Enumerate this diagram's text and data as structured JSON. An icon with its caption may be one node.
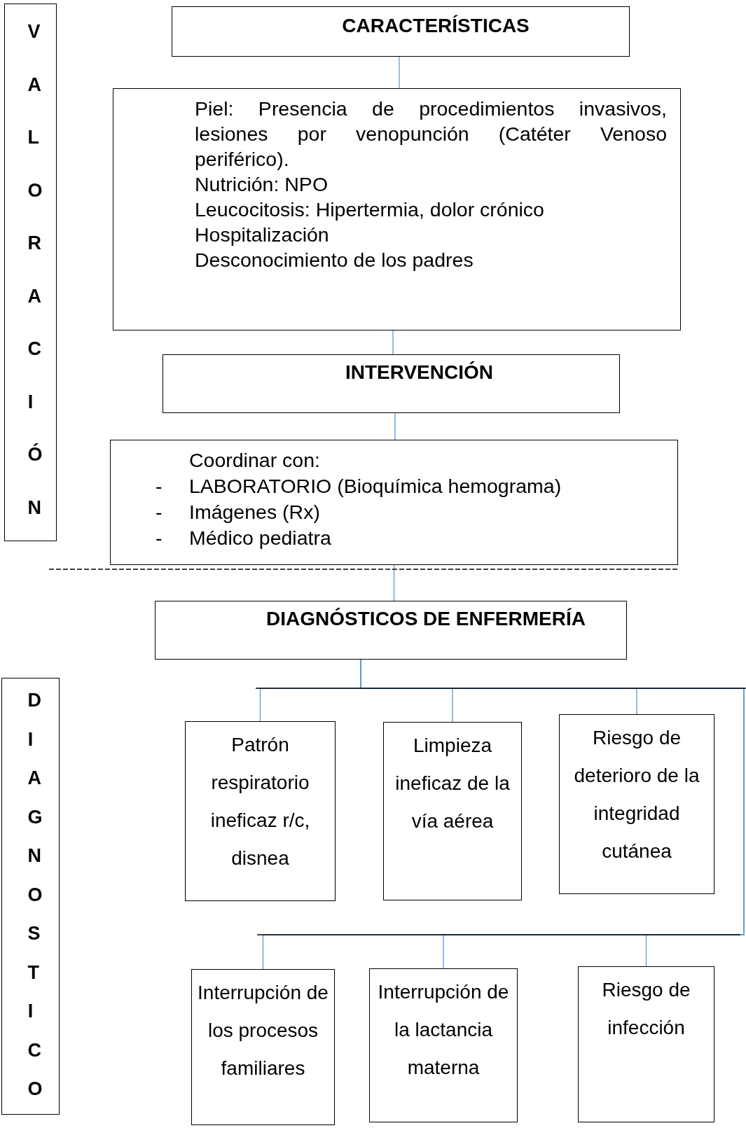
{
  "diagram": {
    "nodes": [
      {
        "text": [
          "VALORACIÓN"
        ]
      },
      {
        "text": [
          "CARACTERÍSTICAS"
        ]
      },
      {
        "text": [
          "Piel: Presencia de procedimientos invasivos, lesiones por venopunción (Catéter Venoso periférico).",
          "Nutrición: NPO",
          "Leucocitosis: Hipertermia, dolor crónico",
          "Hospitalización",
          "Desconocimiento de los padres"
        ]
      },
      {
        "text": [
          "INTERVENCIÓN"
        ]
      },
      {
        "text": [
          "Coordinar con:",
          "-",
          "LABORATORIO (Bioquímica hemograma)",
          "-",
          "Imágenes (Rx)",
          "-",
          "Médico pediatra"
        ]
      },
      {
        "text": [
          "DIAGNÓSTICOS DE ENFERMERÍA"
        ]
      },
      {
        "text": [
          "DIAGNOSTICO"
        ]
      },
      {
        "text": [
          "Patrón respiratorio ineficaz r/c, disnea"
        ]
      },
      {
        "text": [
          "Limpieza ineficaz de la vía aérea"
        ]
      },
      {
        "text": [
          "Riesgo de deterioro de la integridad cutánea"
        ]
      },
      {
        "text": [
          "Interrupción de los procesos familiares"
        ]
      },
      {
        "text": [
          "Interrupción de la lactancia materna"
        ]
      },
      {
        "text": [
          "Riesgo de infección"
        ]
      }
    ],
    "edges": [
      {
        "from": 1,
        "to": 2,
        "arrow": "none"
      },
      {
        "from": 2,
        "to": 3,
        "arrow": "none"
      },
      {
        "from": 3,
        "to": 4,
        "arrow": "none"
      },
      {
        "from": 4,
        "to": 5,
        "arrow": "none"
      },
      {
        "from": 5,
        "to": 7,
        "arrow": "none"
      },
      {
        "from": 5,
        "to": 8,
        "arrow": "none"
      },
      {
        "from": 5,
        "to": 9,
        "arrow": "none"
      },
      {
        "from": 5,
        "to": 10,
        "arrow": "none"
      },
      {
        "from": 5,
        "to": 11,
        "arrow": "none"
      },
      {
        "from": 5,
        "to": 12,
        "arrow": "none"
      }
    ]
  }
}
